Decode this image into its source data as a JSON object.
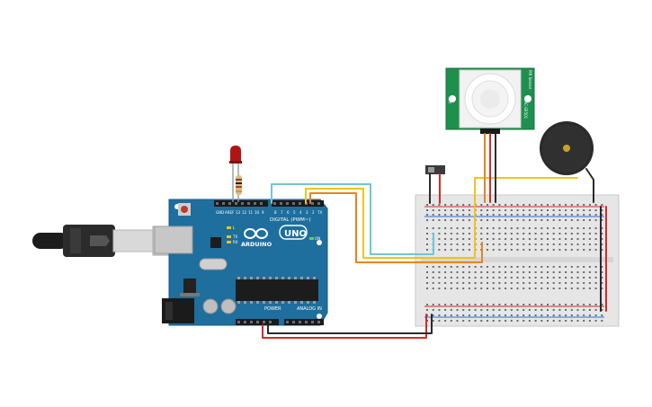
{
  "arduino": {
    "brand": "ARDUINO",
    "model": "UNO",
    "digital_label": "DIGITAL (PWM~)",
    "analog_label": "ANALOG IN",
    "power_label": "POWER",
    "on_label": "ON",
    "tx_label": "TX",
    "rx_label": "RX",
    "l_label": "L",
    "gnd_label": "GND",
    "aref_label": "AREF"
  },
  "pir_sensor": {
    "left_label": "H/L",
    "right_label": "PIR Sensor",
    "right_sub": "HC-SR501"
  },
  "colors": {
    "board": "#1e6e9e",
    "wire_red": "#d42a2a",
    "wire_black": "#2a2a2a",
    "wire_yellow": "#f2c21a",
    "wire_orange": "#e8841a",
    "wire_cyan": "#6ec7d4",
    "pir_board": "#1f8f4e",
    "buzzer": "#2a2a2a"
  }
}
